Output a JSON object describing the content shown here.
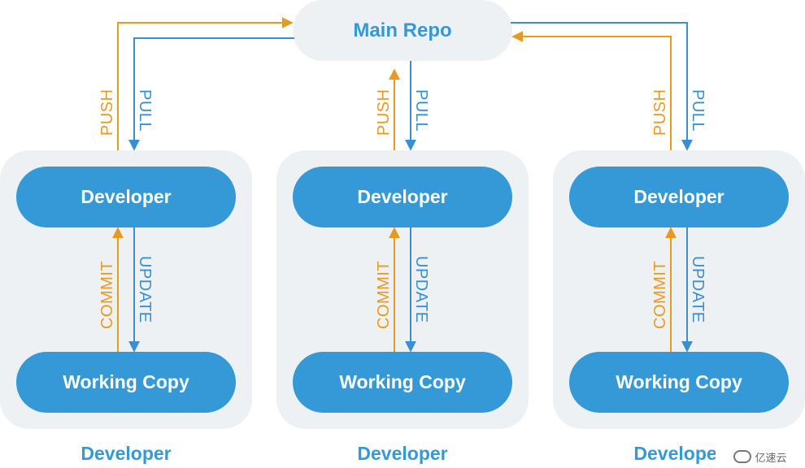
{
  "main_repo": {
    "label": "Main Repo"
  },
  "developers": [
    {
      "top_label": "Developer",
      "bottom_label": "Working Copy",
      "caption": "Developer"
    },
    {
      "top_label": "Developer",
      "bottom_label": "Working Copy",
      "caption": "Developer"
    },
    {
      "top_label": "Developer",
      "bottom_label": "Working Copy",
      "caption": "Developer"
    }
  ],
  "connectors": {
    "push": "PUSH",
    "pull": "PULL",
    "commit": "COMMIT",
    "update": "UPDATE"
  },
  "colors": {
    "blue": "#3499d6",
    "orange": "#e79a22",
    "panel": "#eef1f3"
  },
  "watermark": {
    "text": "亿速云"
  }
}
